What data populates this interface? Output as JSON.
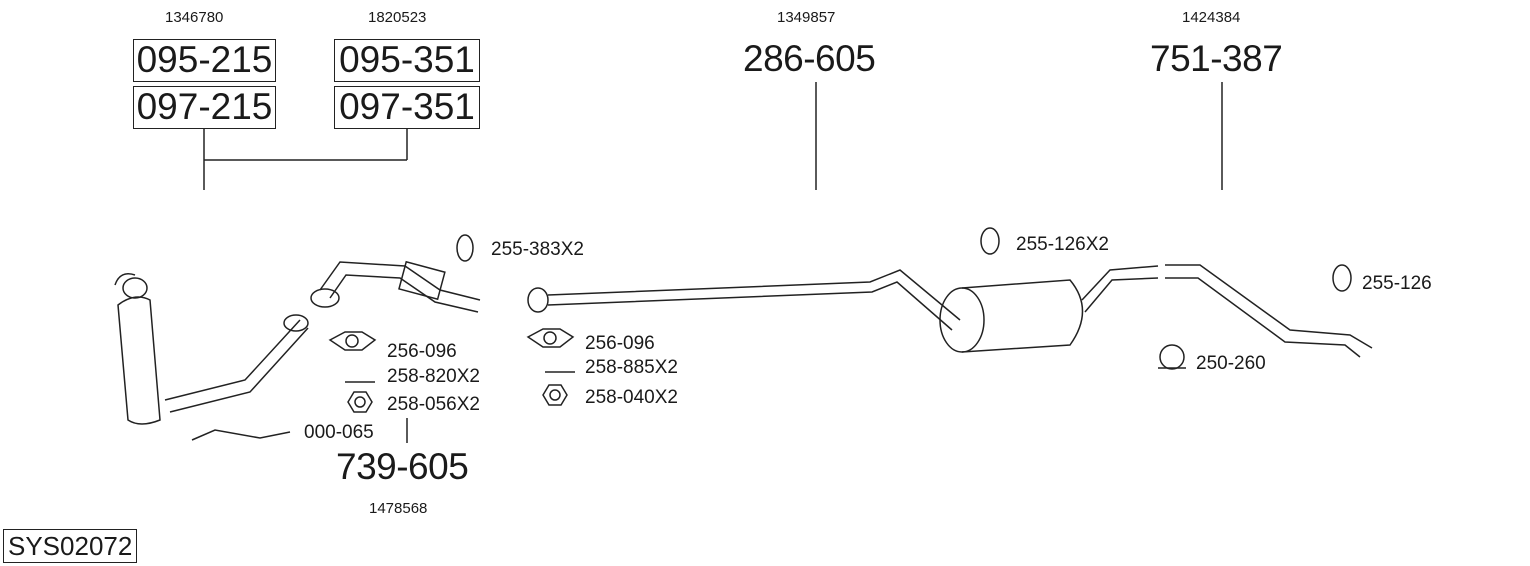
{
  "groups": [
    {
      "ref": "1346780",
      "parts": [
        "095-215",
        "097-215"
      ]
    },
    {
      "ref": "1820523",
      "parts": [
        "095-351",
        "097-351"
      ]
    }
  ],
  "centre_pipe": {
    "ref": "1349857",
    "part": "286-605"
  },
  "rear_pipe": {
    "ref": "1424384",
    "part": "751-387"
  },
  "front_pipe": {
    "ref": "1478568",
    "part": "739-605"
  },
  "accessories": {
    "mount_front": "255-383X2",
    "gasket_1": "256-096",
    "bolt_1": "258-820X2",
    "nut_1": "258-056X2",
    "sensor": "000-065",
    "gasket_2": "256-096",
    "bolt_2": "258-885X2",
    "nut_2": "258-040X2",
    "mount_mid": "255-126X2",
    "mount_rear": "255-126",
    "clamp": "250-260"
  },
  "system_id": "SYS02072"
}
